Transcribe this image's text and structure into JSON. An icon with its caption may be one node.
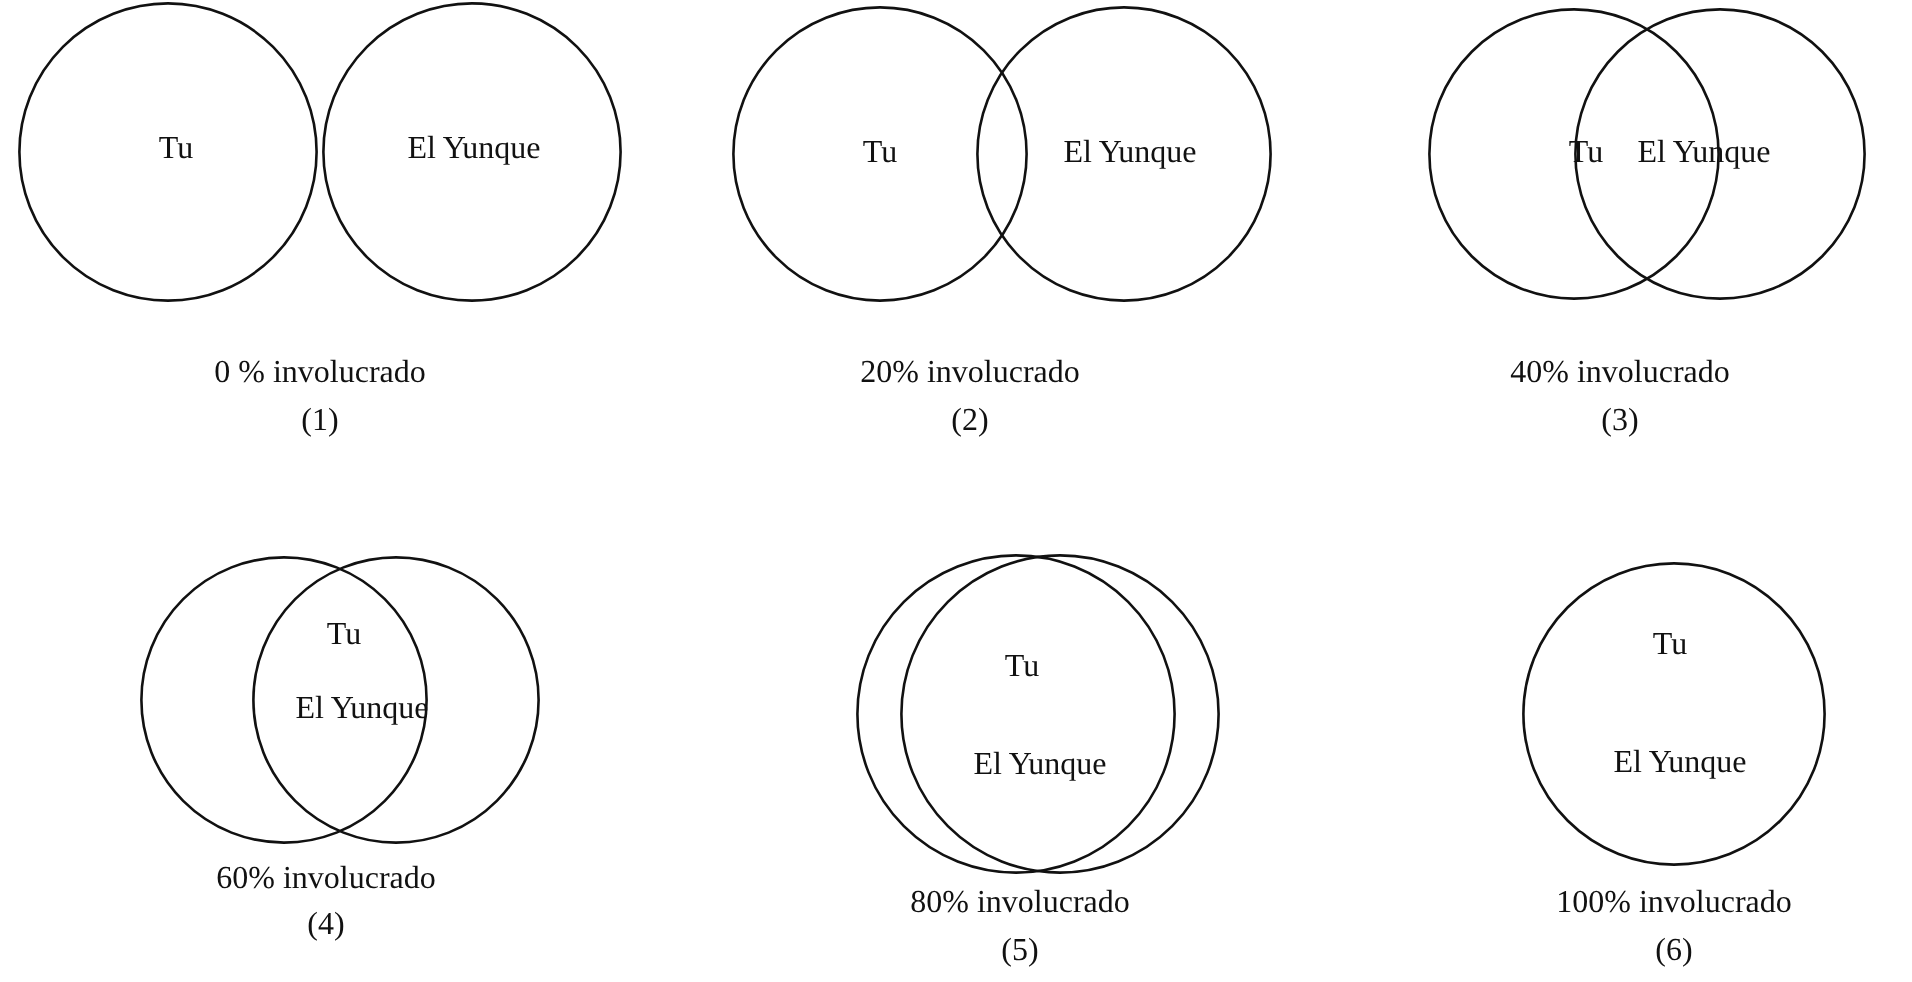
{
  "diagram": {
    "nodes": [
      {
        "text": [
          "Tu"
        ]
      },
      {
        "text": [
          "El Yunque"
        ]
      },
      {
        "text": [
          "Tu"
        ]
      },
      {
        "text": [
          "El Yunque"
        ]
      },
      {
        "text": [
          "Tu"
        ]
      },
      {
        "text": [
          "El Yunque"
        ]
      },
      {
        "text": [
          "Tu"
        ]
      },
      {
        "text": [
          "El Yunque"
        ]
      },
      {
        "text": [
          "Tu"
        ]
      },
      {
        "text": [
          "El Yunque"
        ]
      },
      {
        "text": [
          "Tu",
          "El Yunque"
        ]
      }
    ],
    "edges": [],
    "labels": [
      "0 % involucrado",
      "(1)",
      "20% involucrado",
      "(2)",
      "40% involucrado",
      "(3)",
      "60% involucrado",
      "(4)",
      "80% involucrado",
      "(5)",
      "100% involucrado",
      "(6)"
    ]
  }
}
